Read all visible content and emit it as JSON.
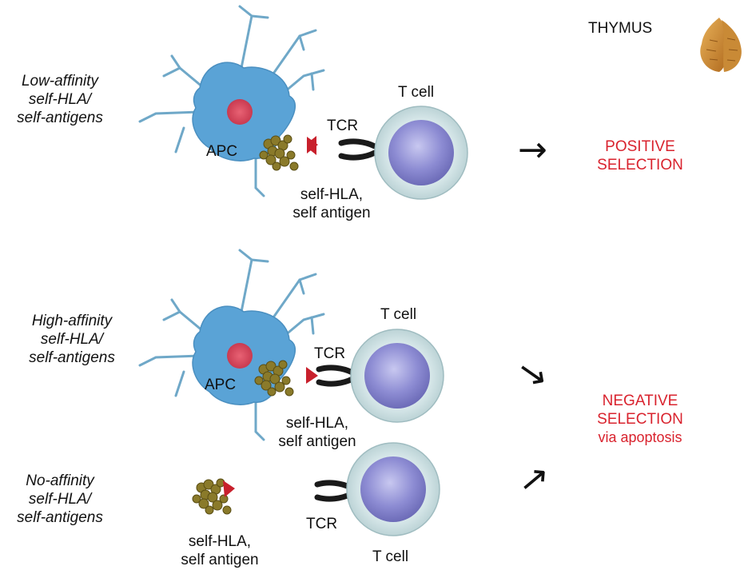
{
  "thymus_label": "THYMUS",
  "rows": [
    {
      "condition": [
        "Low-affinity",
        "self-HLA/",
        "self-antigens"
      ],
      "apc_label": "APC",
      "tcr_label": "TCR",
      "tcell_label": "T cell",
      "complex_label": [
        "self-HLA,",
        "self antigen"
      ]
    },
    {
      "condition": [
        "High-affinity",
        "self-HLA/",
        "self-antigens"
      ],
      "apc_label": "APC",
      "tcr_label": "TCR",
      "tcell_label": "T cell",
      "complex_label": [
        "self-HLA,",
        "self antigen"
      ]
    },
    {
      "condition": [
        "No-affinity",
        "self-HLA/",
        "self-antigens"
      ],
      "tcr_label": "TCR",
      "tcell_label": "T cell",
      "complex_label": [
        "self-HLA,",
        "self antigen"
      ]
    }
  ],
  "outcomes": {
    "positive": [
      "POSITIVE",
      "SELECTION"
    ],
    "negative": [
      "NEGATIVE",
      "SELECTION",
      "via apoptosis"
    ]
  },
  "colors": {
    "apc_fill": "#5aa3d6",
    "apc_nucleus": "#d84a5c",
    "tcell_membrane": "#e2eef0",
    "tcell_nucleus": "#8a8ad0",
    "antigen": "#8a7a2a",
    "hla_triangle": "#c8202c",
    "outcome_text": "#d9232e"
  }
}
